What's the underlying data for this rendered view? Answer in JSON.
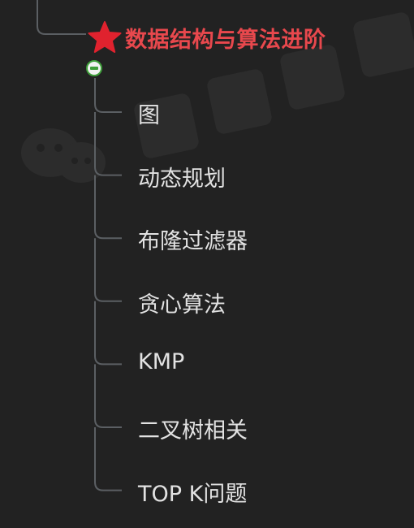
{
  "colors": {
    "background": "#222222",
    "root_text": "#e8484d",
    "star": "#e0222e",
    "child_text": "#e2e2e2",
    "connector": "#5b5f63",
    "toggle_green": "#3f9f3a"
  },
  "root": {
    "icon": "star-icon",
    "label": "数据结构与算法进阶",
    "expanded": true,
    "toggle_icon": "minus-icon"
  },
  "children": [
    {
      "label": "图"
    },
    {
      "label": "动态规划"
    },
    {
      "label": "布隆过滤器"
    },
    {
      "label": "贪心算法"
    },
    {
      "label": "KMP"
    },
    {
      "label": "二叉树相关"
    },
    {
      "label": "TOP K问题"
    }
  ]
}
